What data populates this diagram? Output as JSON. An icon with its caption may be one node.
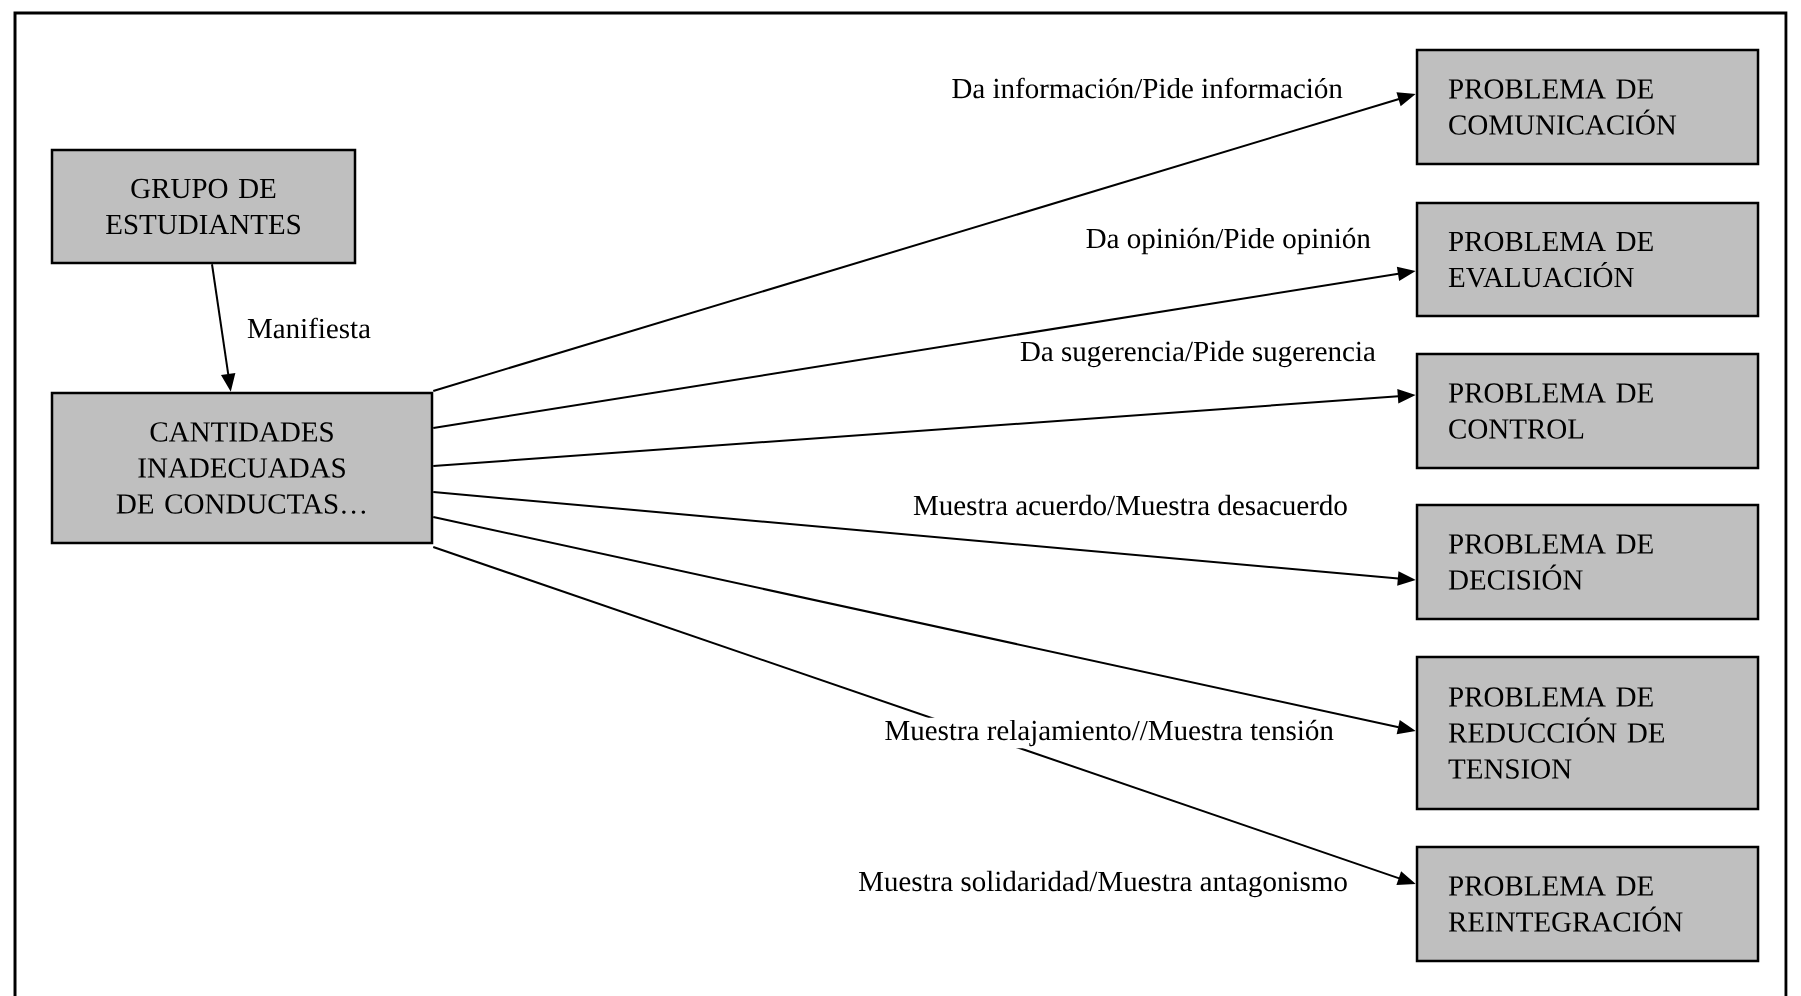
{
  "diagram": {
    "nodes": [
      {
        "text": [
          "GRUPO DE ESTUDIANTES"
        ]
      },
      {
        "text": [
          "CANTIDADES INADECUADAS DE CONDUCTAS…"
        ]
      },
      {
        "text": [
          "PROBLEMA DE COMUNICACIÓN"
        ]
      },
      {
        "text": [
          "PROBLEMA DE EVALUACIÓN"
        ]
      },
      {
        "text": [
          "PROBLEMA DE CONTROL"
        ]
      },
      {
        "text": [
          "PROBLEMA DE DECISIÓN"
        ]
      },
      {
        "text": [
          "PROBLEMA DE REDUCCIÓN DE TENSION"
        ]
      },
      {
        "text": [
          "PROBLEMA DE REINTEGRACIÓN"
        ]
      }
    ],
    "edges": [
      {
        "from": 0,
        "to": 1,
        "arrow": "to",
        "label": "Manifiesta"
      },
      {
        "from": 1,
        "to": 2,
        "arrow": "to",
        "label": "Da información/Pide información"
      },
      {
        "from": 1,
        "to": 3,
        "arrow": "to",
        "label": "Da opinión/Pide opinión"
      },
      {
        "from": 1,
        "to": 4,
        "arrow": "to",
        "label": "Da sugerencia/Pide sugerencia"
      },
      {
        "from": 1,
        "to": 5,
        "arrow": "to",
        "label": "Muestra acuerdo/Muestra desacuerdo"
      },
      {
        "from": 1,
        "to": 6,
        "arrow": "to",
        "label": "Muestra relajamiento//Muestra tensión"
      },
      {
        "from": 1,
        "to": 7,
        "arrow": "to",
        "label": "Muestra solidaridad/Muestra antagonismo"
      }
    ]
  }
}
